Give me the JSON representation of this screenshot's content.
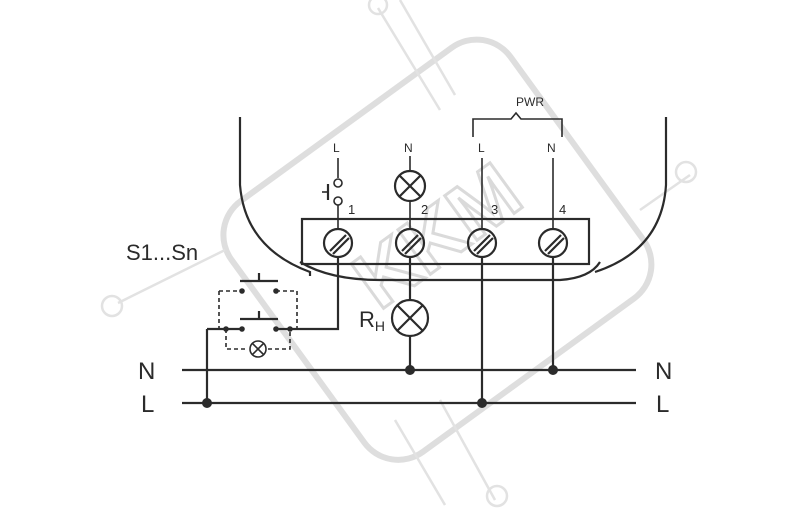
{
  "watermark": {
    "text": "KKM"
  },
  "device": {
    "power_label": "PWR",
    "terminal_numbers": [
      "1",
      "2",
      "3",
      "4"
    ],
    "top_labels": [
      "L",
      "N",
      "L",
      "N"
    ]
  },
  "switch_group_label": "S1...Sn",
  "load_label_main": "R",
  "load_label_sub": "H",
  "bus": {
    "n_left": "N",
    "l_left": "L",
    "n_right": "N",
    "l_right": "L"
  }
}
